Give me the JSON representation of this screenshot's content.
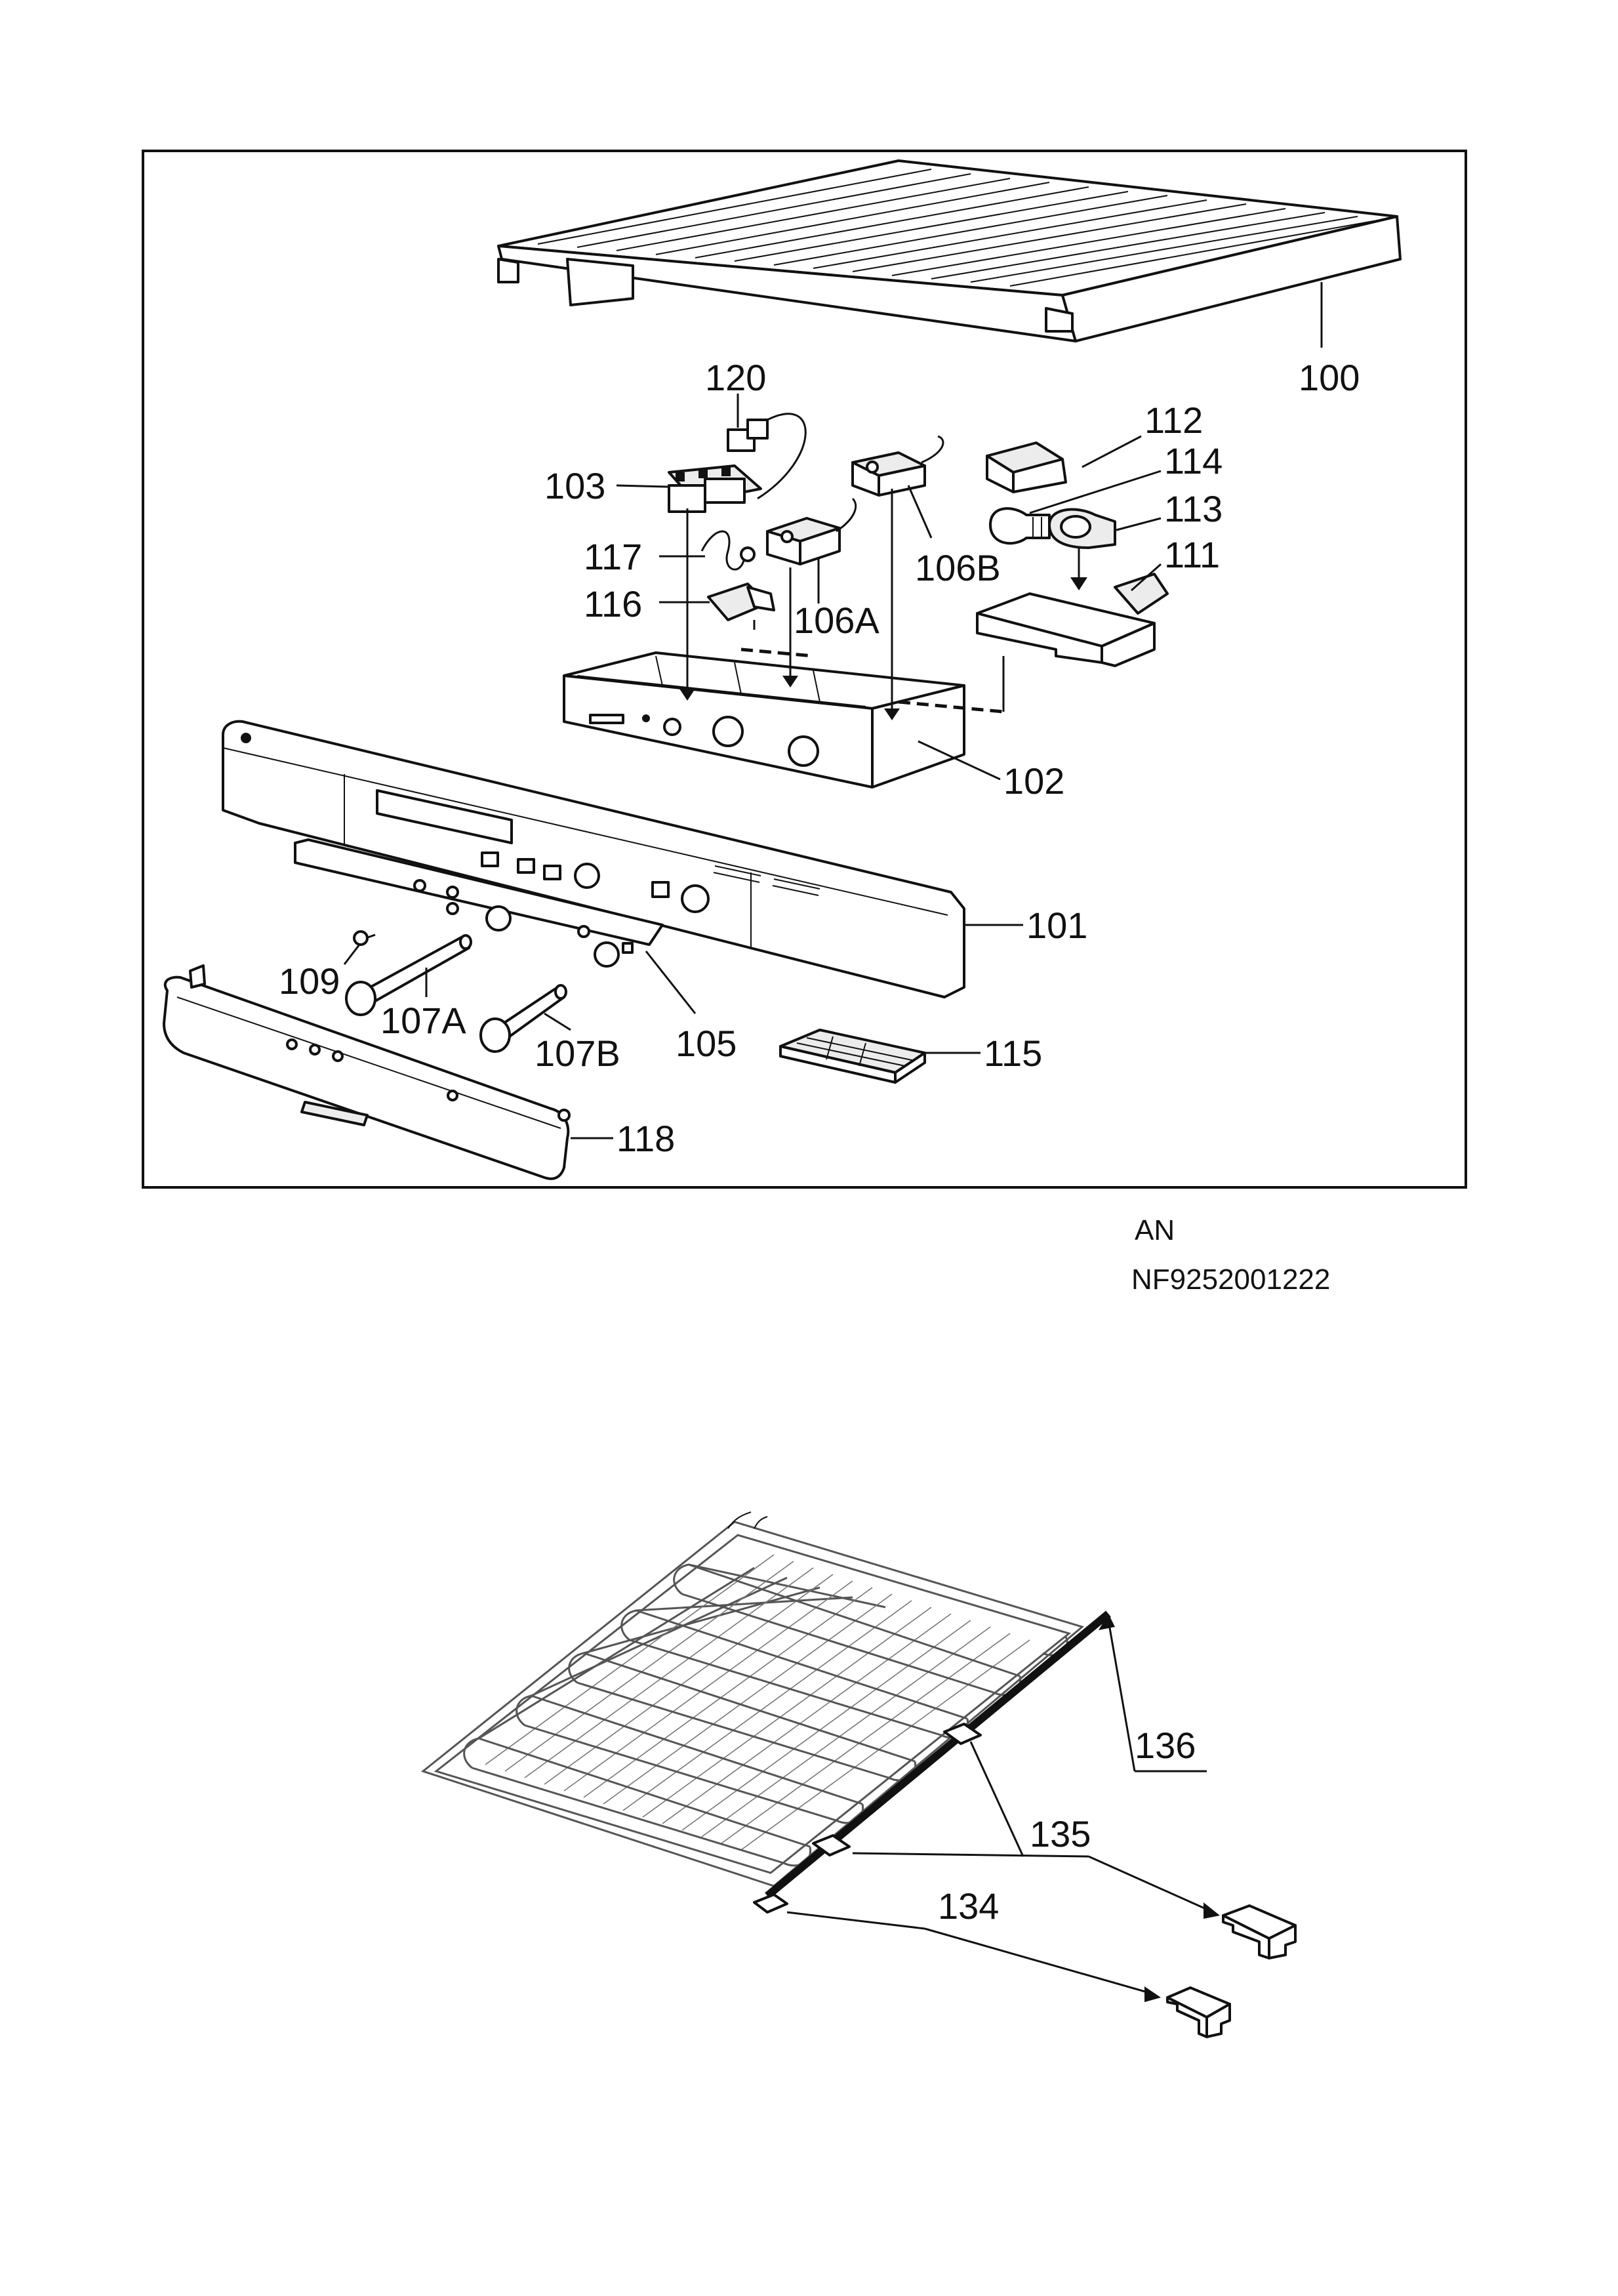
{
  "labels": {
    "p100": "100",
    "p101": "101",
    "p102": "102",
    "p103": "103",
    "p105": "105",
    "p106A": "106A",
    "p106B": "106B",
    "p107A": "107A",
    "p107B": "107B",
    "p109": "109",
    "p111": "111",
    "p112": "112",
    "p113": "113",
    "p114": "114",
    "p115": "115",
    "p116": "116",
    "p117": "117",
    "p118": "118",
    "p120": "120",
    "p134": "134",
    "p135": "135",
    "p136": "136"
  },
  "reference": {
    "line1": "AN",
    "line2": "NF9252001222"
  }
}
